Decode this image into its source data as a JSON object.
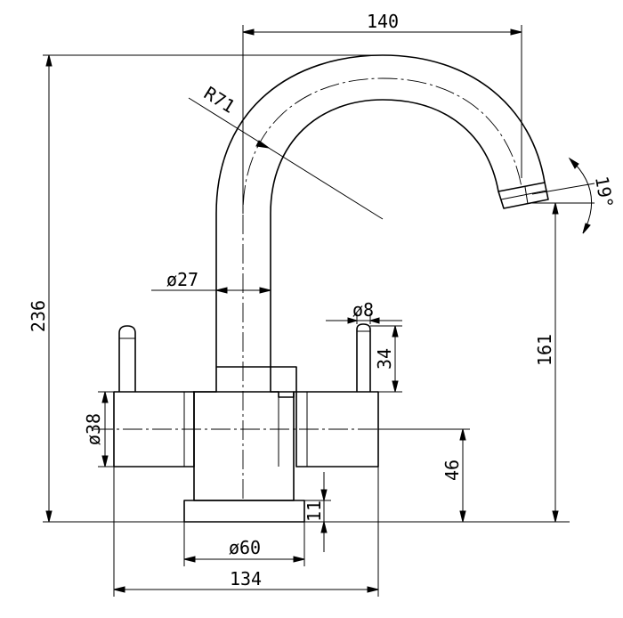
{
  "drawing": {
    "title": "",
    "dimensions": {
      "spout_reach": "140",
      "spout_radius": "R71",
      "total_height": "236",
      "spout_outlet_height": "161",
      "spout_tube_diameter": "ø27",
      "lever_diameter": "ø8",
      "lever_length": "34",
      "body_diameter": "ø38",
      "base_diameter": "ø60",
      "body_width": "134",
      "base_height": "11",
      "body_axis_height": "46",
      "outlet_angle": "19°"
    }
  }
}
